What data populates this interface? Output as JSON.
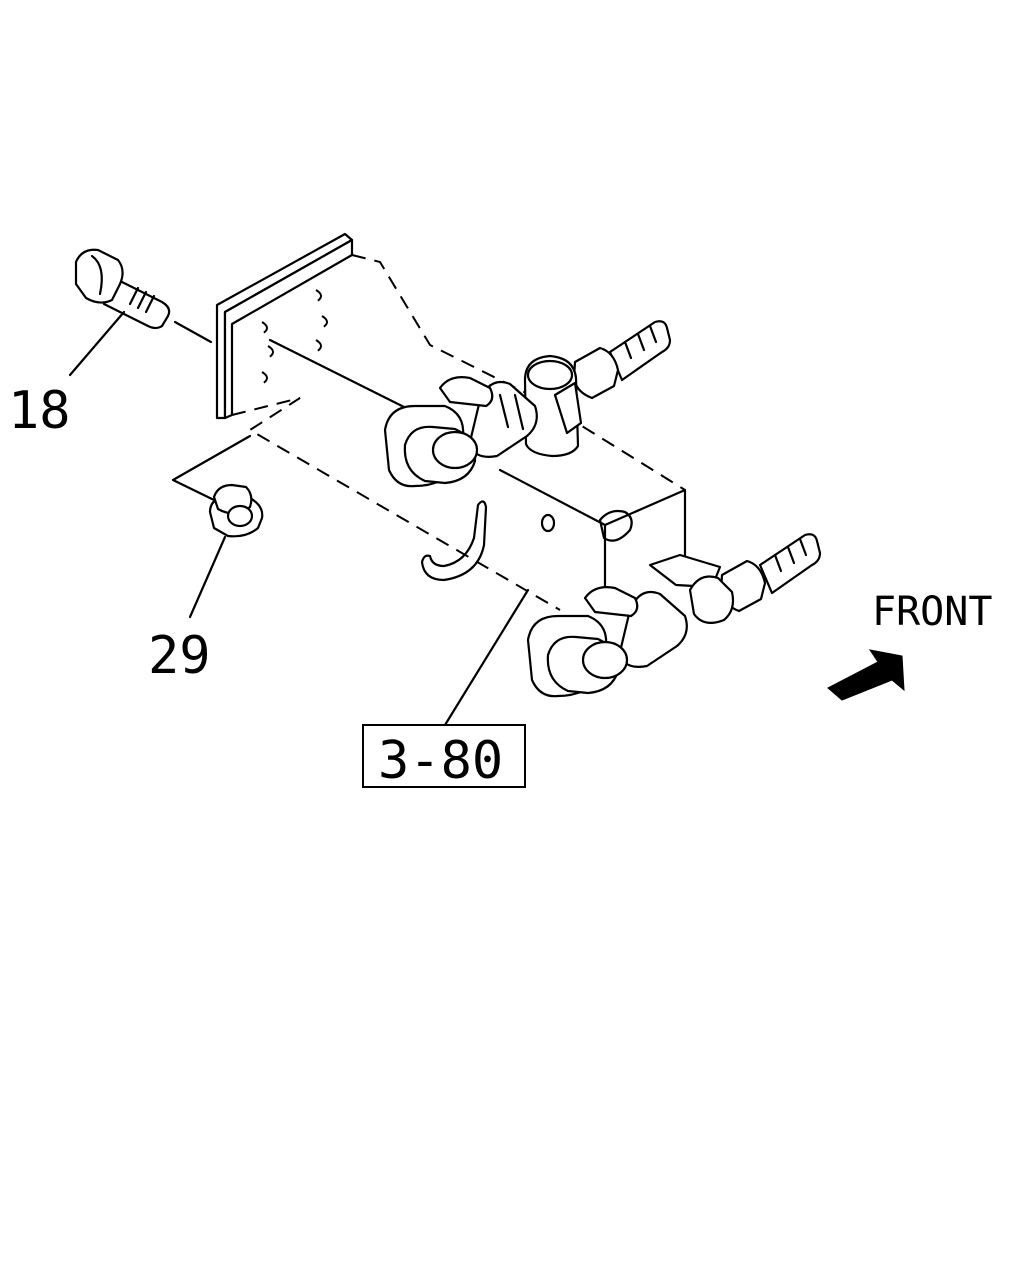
{
  "callouts": {
    "bolt": "18",
    "nut": "29",
    "assembly_ref": "3-80"
  },
  "direction_label": "FRONT",
  "colors": {
    "line": "#000000",
    "background": "#ffffff"
  }
}
